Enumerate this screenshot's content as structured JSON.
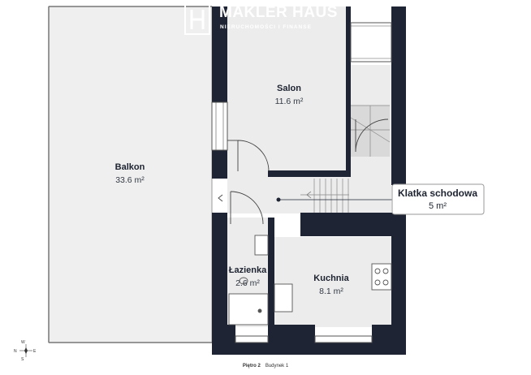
{
  "brand": {
    "name": "MAKLER HAUS",
    "tagline": "NIERUCHOMOŚCI I FINANSE"
  },
  "rooms": [
    {
      "id": "balkon",
      "name": "Balkon",
      "area": "33.6 m²"
    },
    {
      "id": "salon",
      "name": "Salon",
      "area": "11.6 m²"
    },
    {
      "id": "lazienka",
      "name": "Łazienka",
      "area": "2.6 m²"
    },
    {
      "id": "kuchnia",
      "name": "Kuchnia",
      "area": "8.1 m²"
    },
    {
      "id": "klatka",
      "name": "Klatka schodowa",
      "area": "5 m²"
    }
  ],
  "compass": {
    "n": "N",
    "w": "W",
    "e": "E",
    "s": "S"
  },
  "footer": {
    "floor": "Piętro 2",
    "building": "Budynek 1"
  },
  "colors": {
    "wall": "#1e2433",
    "floor": "#ececec",
    "balcony": "#efefef",
    "stairs": "#dcdcdc"
  }
}
